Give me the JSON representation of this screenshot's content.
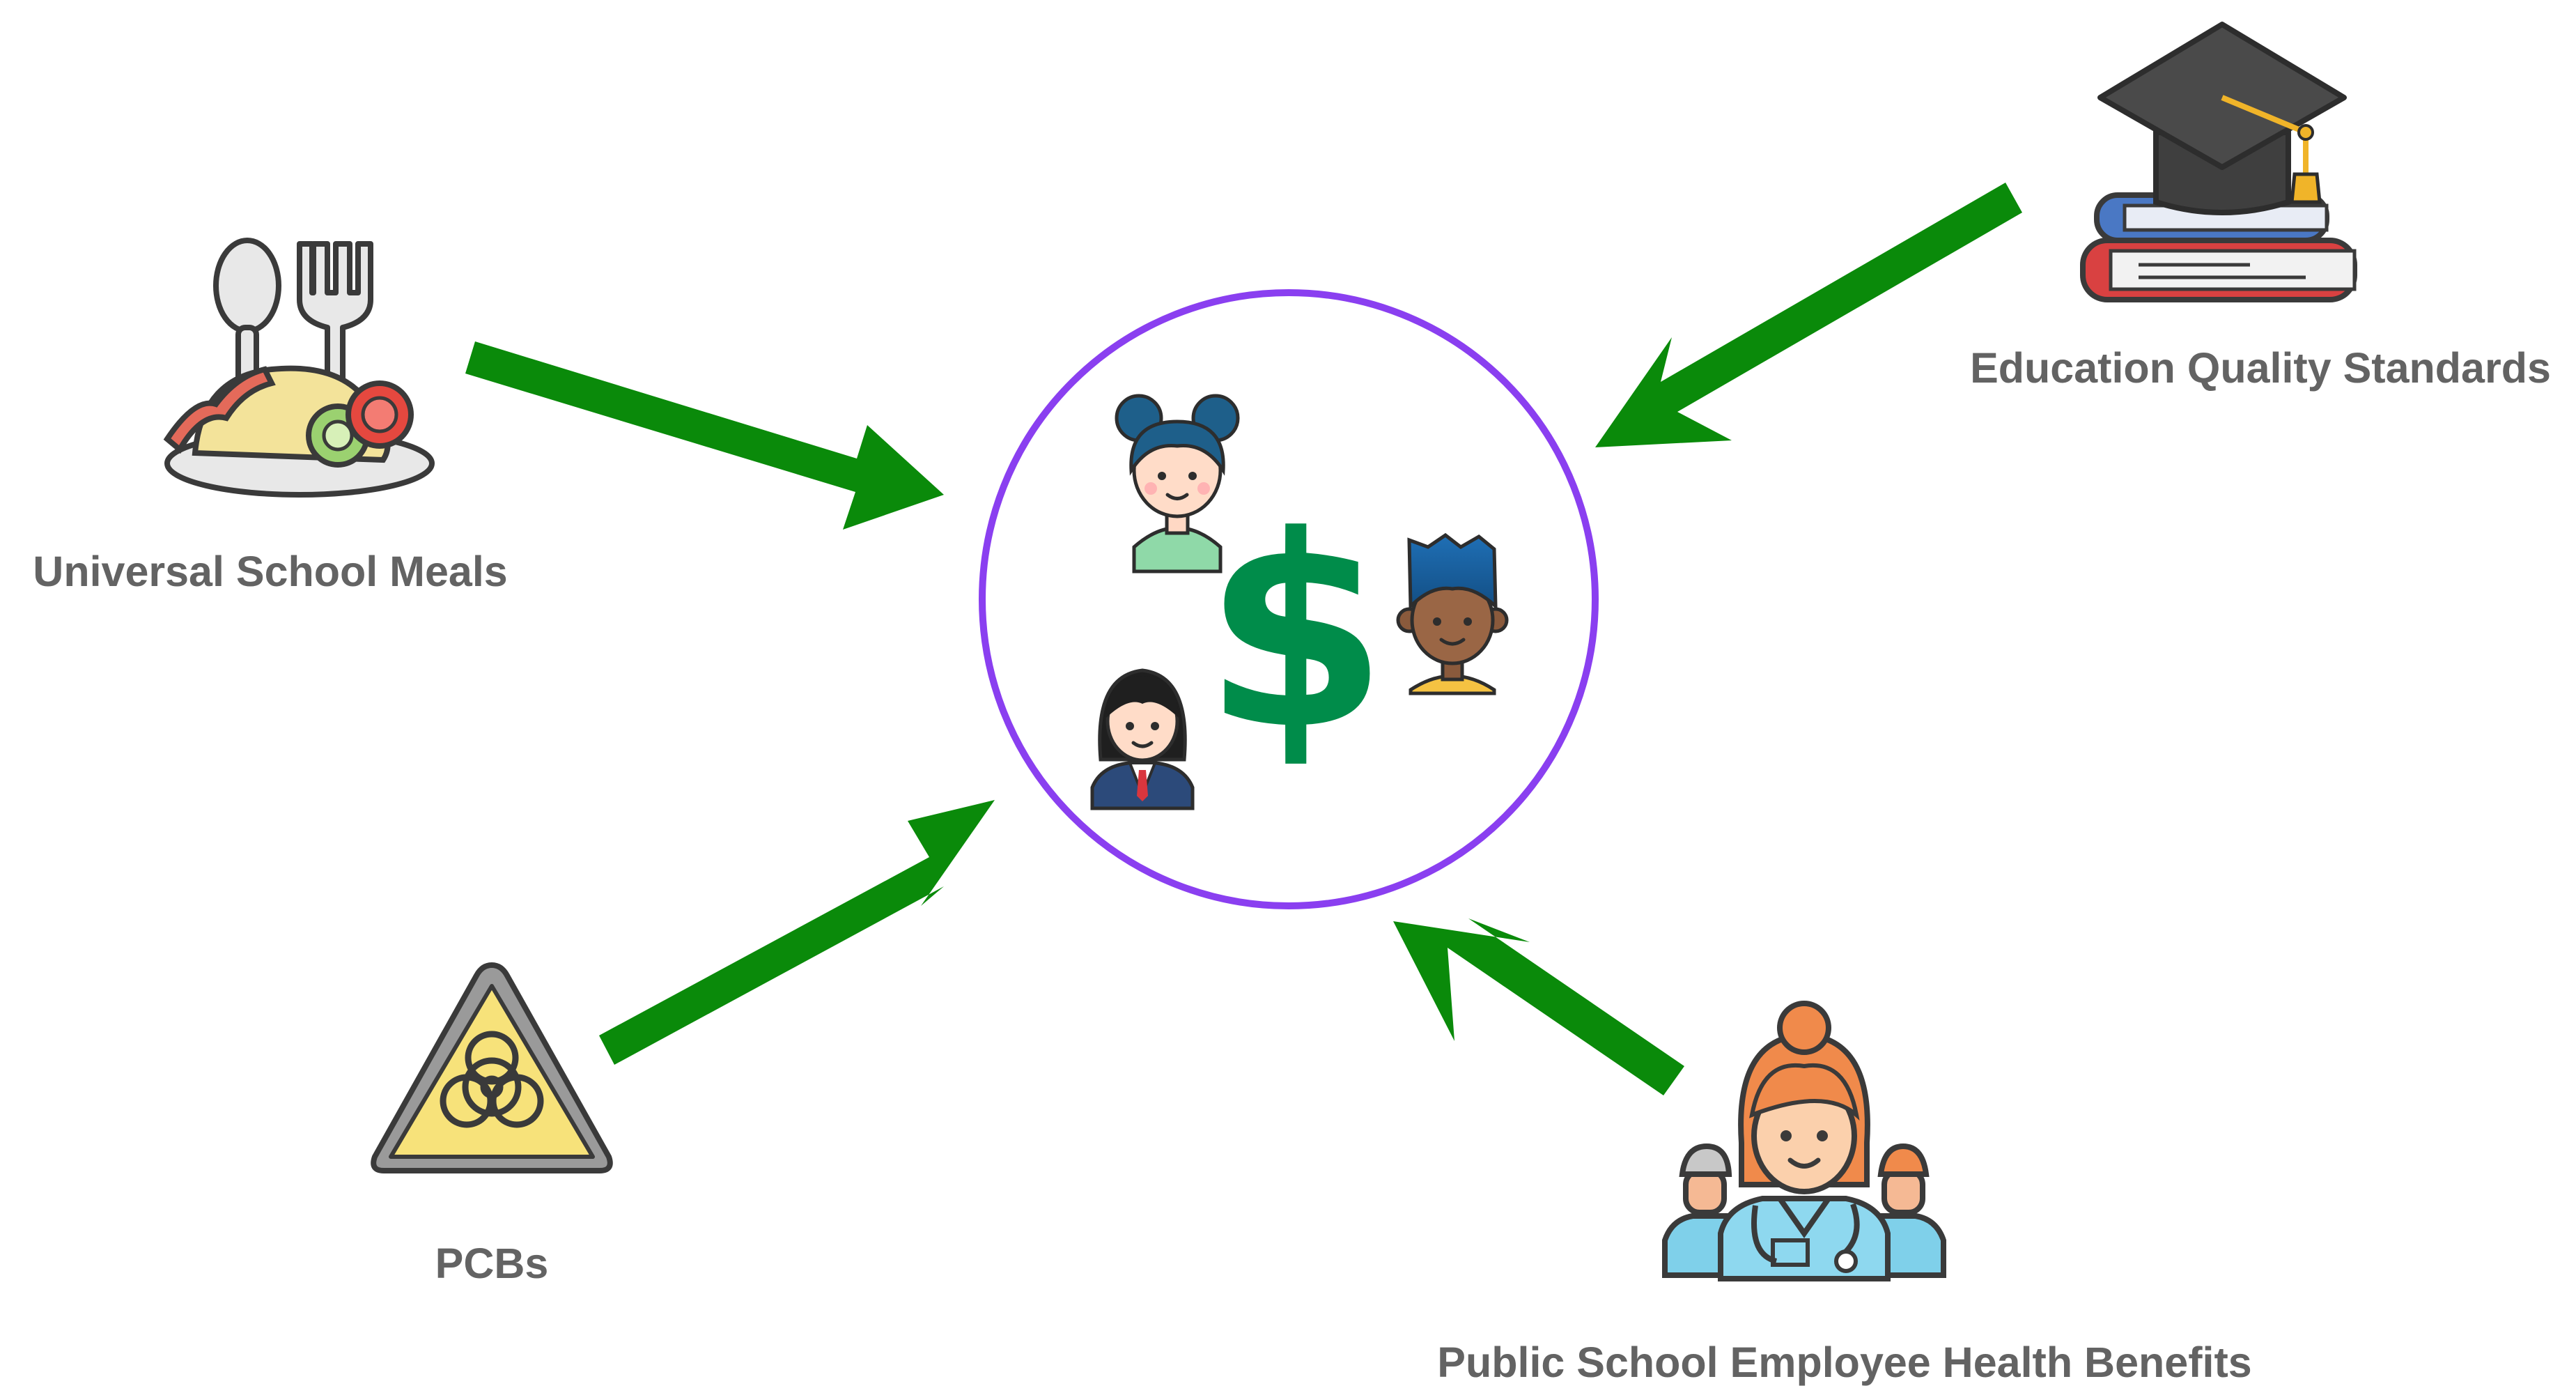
{
  "colors": {
    "arrow": "#0a8a0a",
    "circle": "#8a3ff0",
    "dollar": "#008c4a",
    "label_text": "#636363"
  },
  "center": {
    "icons": [
      "girl-with-buns-icon",
      "dollar-sign-icon",
      "boy-avatar-icon",
      "girl-student-icon"
    ],
    "dollar_symbol": "$"
  },
  "nodes": [
    {
      "id": "meals",
      "label": "Universal School Meals",
      "icon": "meal-plate-icon"
    },
    {
      "id": "education",
      "label": "Education Quality Standards",
      "icon": "graduation-books-icon"
    },
    {
      "id": "pcbs",
      "label": "PCBs",
      "icon": "biohazard-sign-icon"
    },
    {
      "id": "health",
      "label": "Public School Employee Health Benefits",
      "icon": "medical-staff-icon"
    }
  ]
}
